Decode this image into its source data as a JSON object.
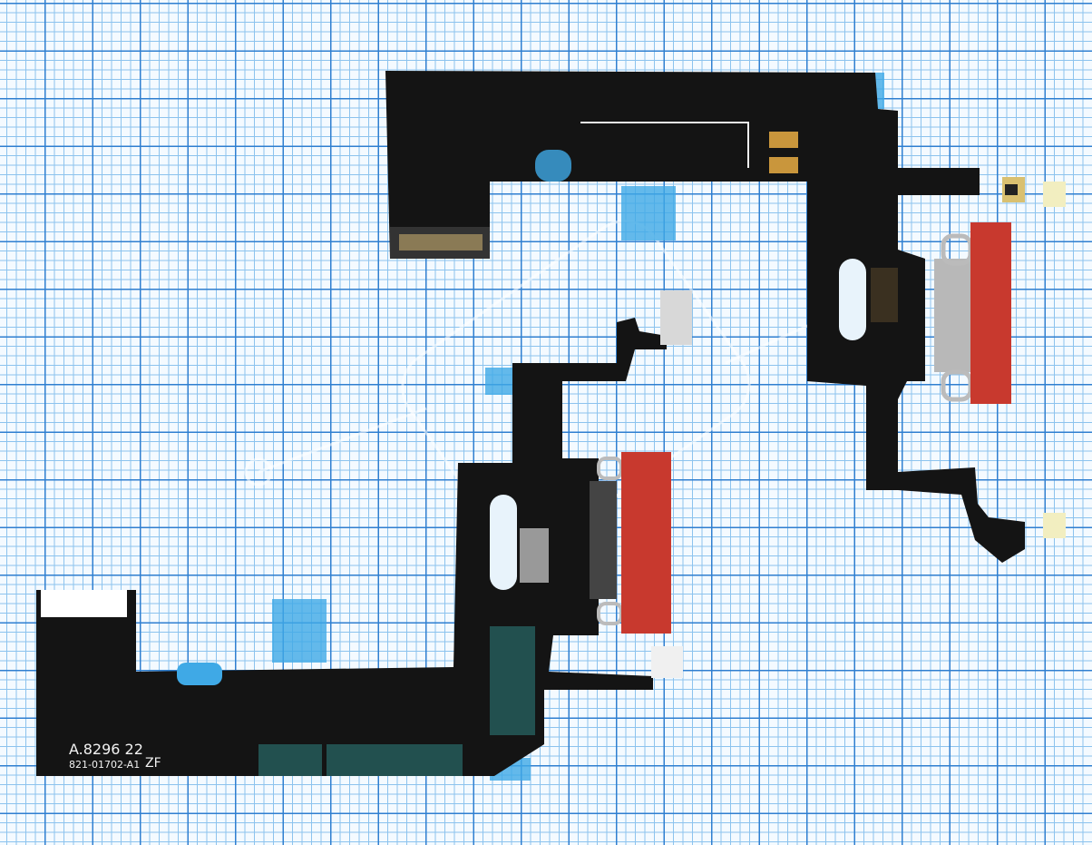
{
  "photo": {
    "subject": "charging-port-flex-cables",
    "cable_marking": {
      "line1": "A.8296 22",
      "line2": "821-01702-A1",
      "suffix": "ZF"
    },
    "colors": {
      "grid_major": "#2f7fd0",
      "grid_minor": "#8cc3ee",
      "flex_black": "#141414",
      "connector_red": "#c8392e",
      "stiffener_blue": "#3fa9e6"
    }
  }
}
